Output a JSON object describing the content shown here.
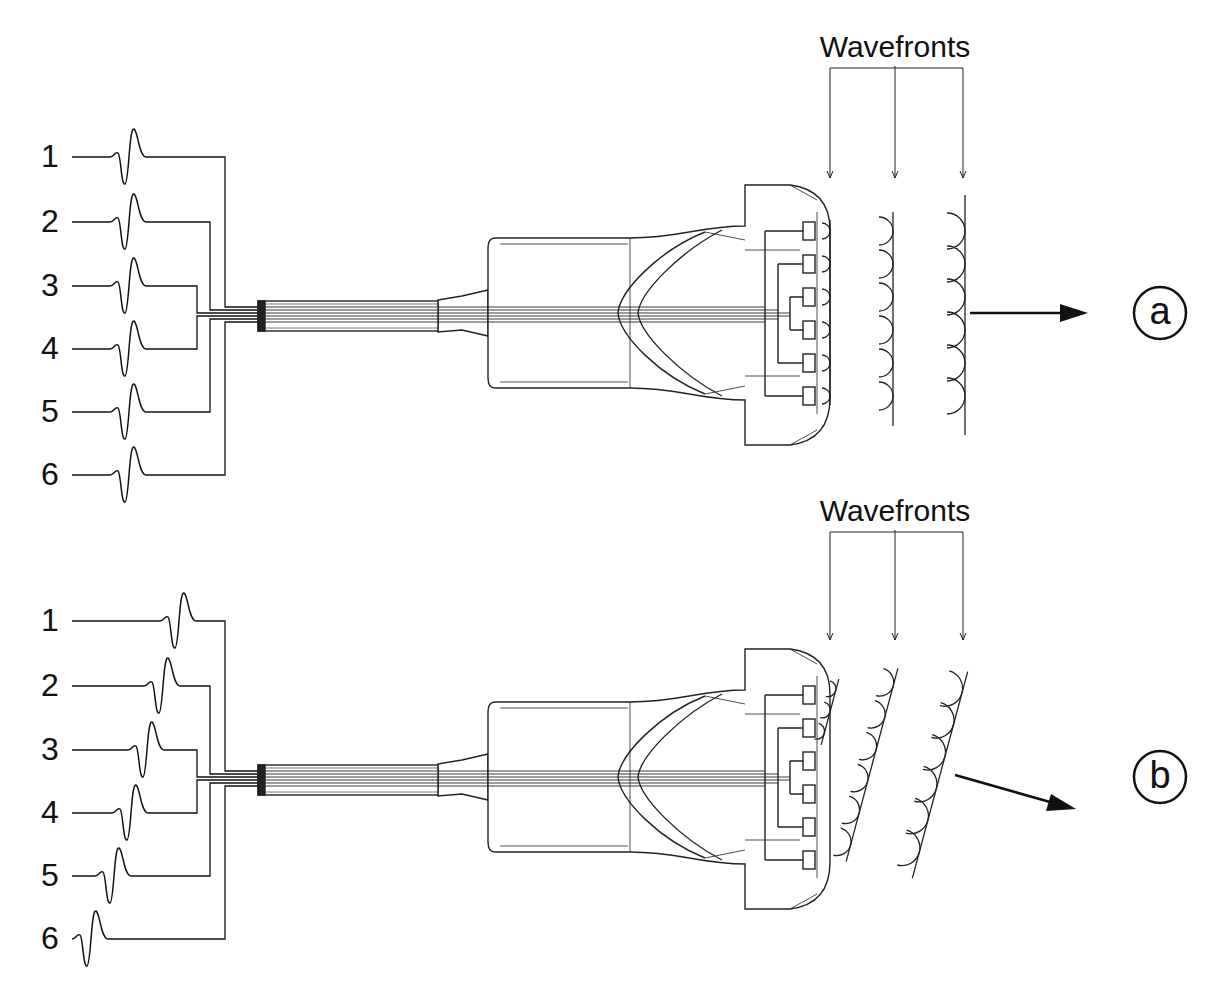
{
  "diagram": {
    "nodes": [
      {
        "text": [
          "a"
        ]
      },
      {
        "text": [
          "b"
        ]
      }
    ],
    "labels": [
      "Wavefronts",
      "1",
      "2",
      "3",
      "4",
      "5",
      "6",
      "Wavefronts",
      "1",
      "2",
      "3",
      "4",
      "5",
      "6"
    ]
  }
}
